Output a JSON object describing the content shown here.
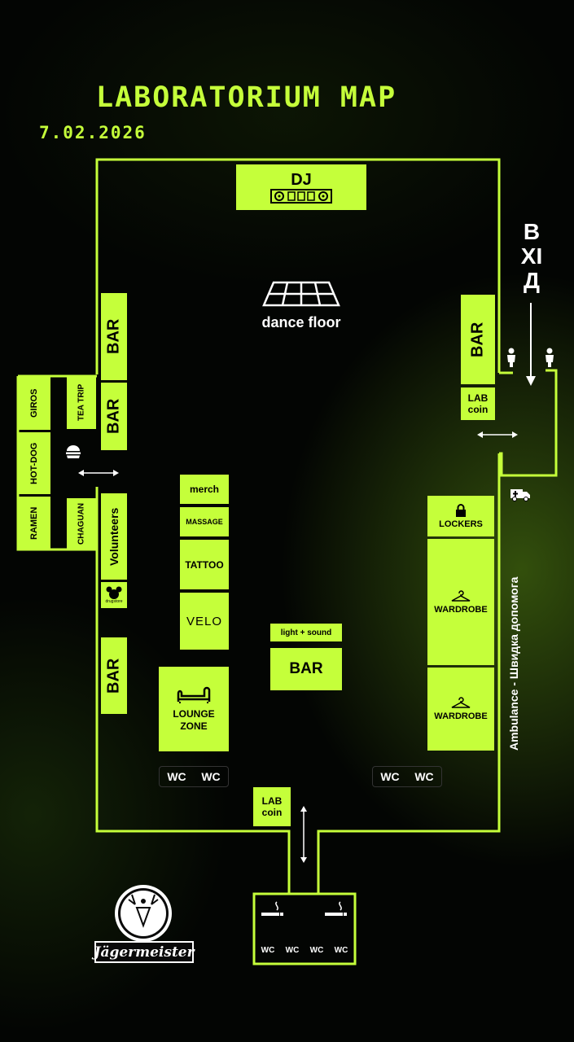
{
  "header": {
    "title": "LABORATORIUM MAP",
    "date": "7.02.2026"
  },
  "stage": {
    "dj": "DJ",
    "dance_floor": "dance floor"
  },
  "entrance": {
    "label": "ВХІД"
  },
  "ambulance": {
    "label": "Ambulance - Швидка допомога"
  },
  "bars": {
    "left_upper": "BAR",
    "left_middle": "BAR",
    "left_lower": "BAR",
    "right": "BAR",
    "center": "BAR"
  },
  "lab_coin": {
    "right": "LAB\ncoin",
    "bottom": "LAB\ncoin"
  },
  "food": {
    "giros": "GIROS",
    "hot_dog": "HOT-DOG",
    "ramen": "RAMEN",
    "tea_trip": "TEA TRIP",
    "chaguan": "CHAGUAN"
  },
  "zones": {
    "volunteers": "Volunteers",
    "drugstore": "drugstore",
    "merch": "merch",
    "massage": "MASSAGE",
    "tattoo": "TATTOO",
    "velo": "VELO",
    "lounge": "LOUNGE\nZONE",
    "light_sound": "light + sound",
    "lockers": "LOCKERS",
    "wardrobe_1": "WARDROBE",
    "wardrobe_2": "WARDROBE"
  },
  "wc": {
    "label": "WC",
    "smoking_wc": "WC"
  },
  "sponsor": {
    "name": "Jägermeister"
  },
  "icons": [
    "turntables-icon",
    "dance-floor-icon",
    "burger-icon",
    "mickey-icon",
    "lock-icon",
    "hanger-icon",
    "sofa-icon",
    "ambulance-icon",
    "person-icon",
    "cigarette-icon",
    "double-arrow-icon",
    "down-arrow-icon"
  ],
  "colors": {
    "accent": "#c5ff3a",
    "background": "#030503",
    "text_on_dark": "#ffffff"
  }
}
